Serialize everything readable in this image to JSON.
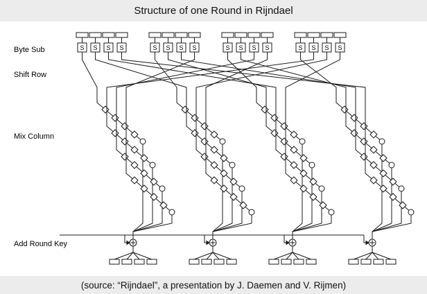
{
  "title": "Structure of one Round in Rijndael",
  "caption": "(source: “Rijndael”, a presentation by J. Daemen and V. Rijmen)",
  "labels": {
    "byte_sub": "Byte Sub",
    "shift_row": "Shift Row",
    "mix_column": "Mix Column",
    "add_round_key": "Add Round Key"
  },
  "sbox_label": "S",
  "structure": {
    "groups": 4,
    "bytes_per_group": 4,
    "sbox_count": 16,
    "stages": [
      "Byte Sub",
      "Shift Row",
      "Mix Column",
      "Add Round Key"
    ]
  },
  "colors": {
    "band_background": "#ececec",
    "diagram_background": "#ffffff",
    "line": "#1a1a1a",
    "text": "#111111"
  }
}
